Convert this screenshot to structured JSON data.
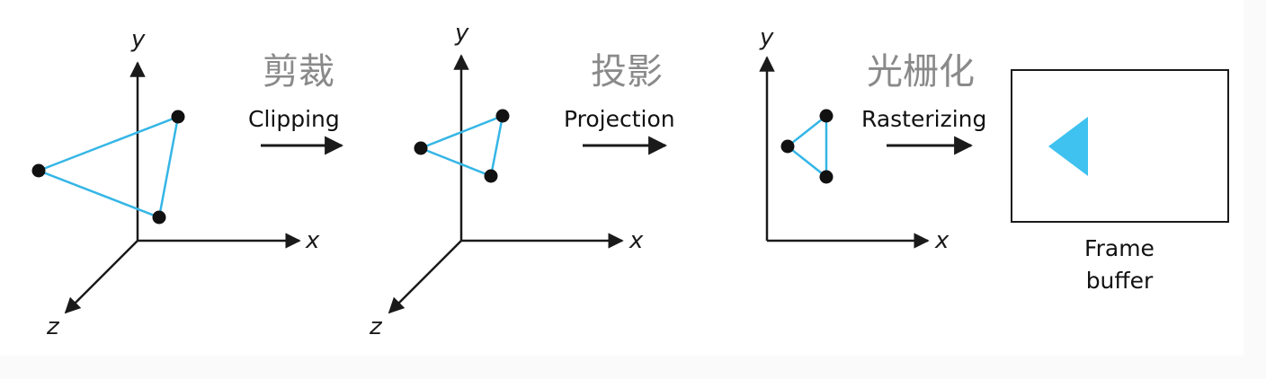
{
  "colors": {
    "axis": "#1a1a1a",
    "triangle_edge": "#35b6e6",
    "vertex": "#111111",
    "chinese_label": "#8a8a8a",
    "framebuffer_fill": "#3fc2ef"
  },
  "axes": {
    "x": "x",
    "y": "y",
    "z": "z"
  },
  "steps": [
    {
      "cn": "剪裁",
      "en": "Clipping"
    },
    {
      "cn": "投影",
      "en": "Projection"
    },
    {
      "cn": "光栅化",
      "en": "Rasterizing"
    }
  ],
  "framebuffer": {
    "line1": "Frame",
    "line2": "buffer"
  }
}
